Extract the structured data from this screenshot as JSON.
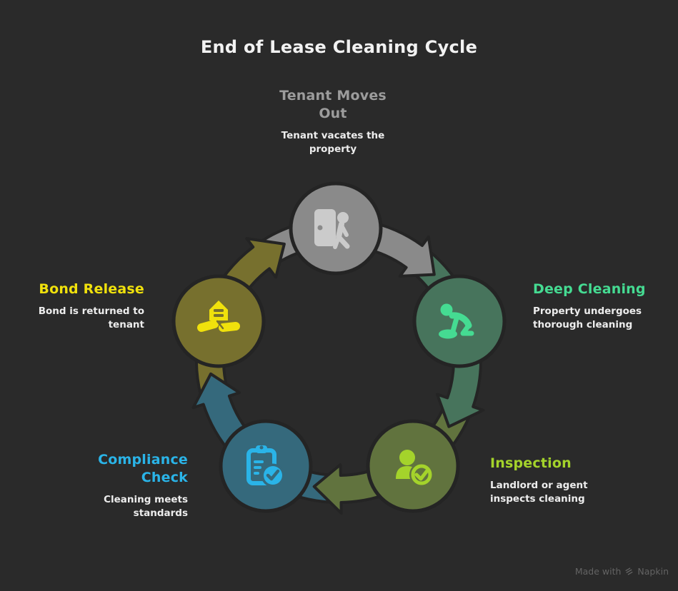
{
  "title": "End of Lease Cleaning Cycle",
  "diagram_type": "cycle",
  "stages": [
    {
      "name": "tenant-moves-out",
      "label": "Tenant Moves Out",
      "description": "Tenant vacates the property",
      "icon": "door-exit-icon",
      "accent_color": "#9c9c9c",
      "circle_color": "#8a8a8a",
      "icon_color": "#cbcbcb"
    },
    {
      "name": "deep-cleaning",
      "label": "Deep Cleaning",
      "description": "Property undergoes thorough cleaning",
      "icon": "scrubbing-person-icon",
      "accent_color": "#45db92",
      "circle_color": "#47745c",
      "icon_color": "#45db92"
    },
    {
      "name": "inspection",
      "label": "Inspection",
      "description": "Landlord or agent inspects cleaning",
      "icon": "person-check-icon",
      "accent_color": "#a4d32b",
      "circle_color": "#61733e",
      "icon_color": "#a4d32b"
    },
    {
      "name": "compliance-check",
      "label": "Compliance Check",
      "description": "Cleaning meets standards",
      "icon": "clipboard-check-icon",
      "accent_color": "#2ab4e8",
      "circle_color": "#35697c",
      "icon_color": "#2ab4e8"
    },
    {
      "name": "bond-release",
      "label": "Bond Release",
      "description": "Bond is returned to tenant",
      "icon": "house-handshake-icon",
      "accent_color": "#f0e10c",
      "circle_color": "#77702e",
      "icon_color": "#f0e10c"
    }
  ],
  "footer": {
    "made_with": "Made with",
    "brand": "Napkin"
  },
  "colors": {
    "background": "#2a2a2a",
    "outline": "#242424",
    "text": "#ededed",
    "title": "#f2f2f2",
    "footer": "#636363"
  }
}
